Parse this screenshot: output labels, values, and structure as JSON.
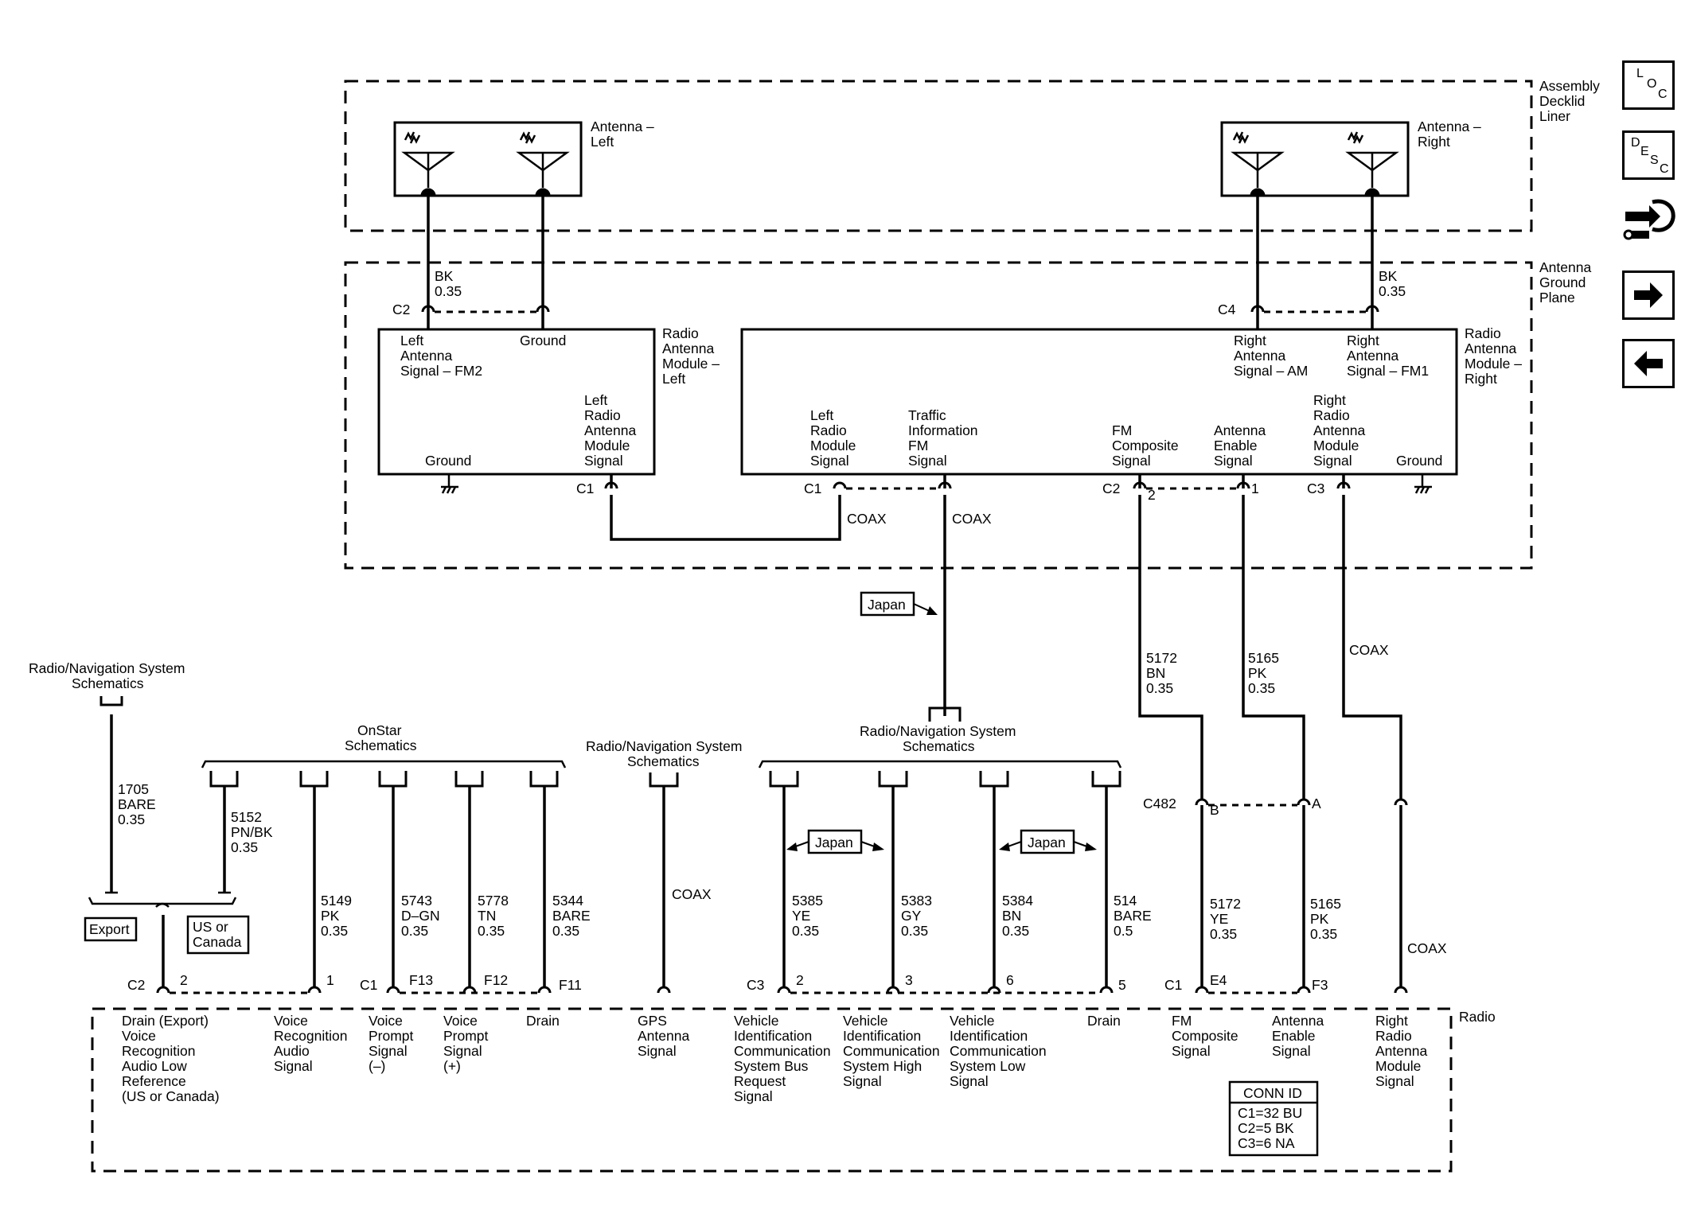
{
  "frames": {
    "decklid": [
      "Assembly",
      "Decklid",
      "Liner"
    ],
    "ground_plane": [
      "Antenna",
      "Ground",
      "Plane"
    ],
    "radio": "Radio"
  },
  "antenna_left": [
    "Antenna –",
    "Left"
  ],
  "antenna_right": [
    "Antenna –",
    "Right"
  ],
  "module_left": {
    "title": [
      "Radio",
      "Antenna",
      "Module –",
      "Left"
    ],
    "pin_fm2": [
      "Left",
      "Antenna",
      "Signal – FM2"
    ],
    "pin_ground_top": "Ground",
    "pin_ground_bottom": "Ground",
    "pin_signal": [
      "Left",
      "Radio",
      "Antenna",
      "Module",
      "Signal"
    ]
  },
  "module_right": {
    "title": [
      "Radio",
      "Antenna",
      "Module –",
      "Right"
    ],
    "pin_am": [
      "Right",
      "Antenna",
      "Signal – AM"
    ],
    "pin_fm1": [
      "Right",
      "Antenna",
      "Signal – FM1"
    ],
    "pin_left_radio": [
      "Left",
      "Radio",
      "Module",
      "Signal"
    ],
    "pin_traffic": [
      "Traffic",
      "Information",
      "FM",
      "Signal"
    ],
    "pin_fm_composite": [
      "FM",
      "Composite",
      "Signal"
    ],
    "pin_enable": [
      "Antenna",
      "Enable",
      "Signal"
    ],
    "pin_right_signal": [
      "Right",
      "Radio",
      "Antenna",
      "Module",
      "Signal"
    ],
    "pin_ground": "Ground"
  },
  "wires": {
    "left_bk": [
      "BK",
      "0.35"
    ],
    "right_bk": [
      "BK",
      "0.35"
    ],
    "coax": "COAX",
    "w5172_bn": [
      "5172",
      "BN",
      "0.35"
    ],
    "w5165_pk_top": [
      "5165",
      "PK",
      "0.35"
    ],
    "w1705": [
      "1705",
      "BARE",
      "0.35"
    ],
    "w5152": [
      "5152",
      "PN/BK",
      "0.35"
    ],
    "w5149": [
      "5149",
      "PK",
      "0.35"
    ],
    "w5743": [
      "5743",
      "D–GN",
      "0.35"
    ],
    "w5778": [
      "5778",
      "TN",
      "0.35"
    ],
    "w5344": [
      "5344",
      "BARE",
      "0.35"
    ],
    "w5385": [
      "5385",
      "YE",
      "0.35"
    ],
    "w5383": [
      "5383",
      "GY",
      "0.35"
    ],
    "w5384": [
      "5384",
      "BN",
      "0.35"
    ],
    "w514": [
      "514",
      "BARE",
      "0.5"
    ],
    "w5172_ye": [
      "5172",
      "YE",
      "0.35"
    ],
    "w5165_pk_bottom": [
      "5165",
      "PK",
      "0.35"
    ]
  },
  "connectors": {
    "c1": "C1",
    "c2": "C2",
    "c3": "C3",
    "c4": "C4",
    "c482": "C482",
    "pin_1": "1",
    "pin_2": "2",
    "pin_3": "3",
    "pin_5": "5",
    "pin_6": "6",
    "pin_a": "A",
    "pin_b": "B",
    "pin_e4": "E4",
    "pin_f3": "F3",
    "pin_f11": "F11",
    "pin_f12": "F12",
    "pin_f13": "F13"
  },
  "options": {
    "japan": "Japan",
    "export": "Export",
    "us_canada": [
      "US or",
      "Canada"
    ]
  },
  "references": {
    "rad_nav": "Radio/Navigation System",
    "schematics": "Schematics",
    "onstar": "OnStar"
  },
  "radio_pins": {
    "drain_export": [
      "Drain (Export)",
      "Voice",
      "Recognition",
      "Audio Low",
      "Reference",
      "(US or Canada)"
    ],
    "voice_rec": [
      "Voice",
      "Recognition",
      "Audio",
      "Signal"
    ],
    "prompt_minus": [
      "Voice",
      "Prompt",
      "Signal",
      "(–)"
    ],
    "prompt_plus": [
      "Voice",
      "Prompt",
      "Signal",
      "(+)"
    ],
    "drain": "Drain",
    "gps": [
      "GPS",
      "Antenna",
      "Signal"
    ],
    "vic_request": [
      "Vehicle",
      "Identification",
      "Communication",
      "System Bus",
      "Request",
      "Signal"
    ],
    "vic_high": [
      "Vehicle",
      "Identification",
      "Communication",
      "System High",
      "Signal"
    ],
    "vic_low": [
      "Vehicle",
      "Identification",
      "Communication",
      "System Low",
      "Signal"
    ],
    "fm_composite": [
      "FM",
      "Composite",
      "Signal"
    ],
    "enable": [
      "Antenna",
      "Enable",
      "Signal"
    ],
    "right_module": [
      "Right",
      "Radio",
      "Antenna",
      "Module",
      "Signal"
    ]
  },
  "conn_id": {
    "title": "CONN ID",
    "rows": [
      "C1=32 BU",
      "C2=5 BK",
      "C3=6 NA"
    ]
  },
  "nav": {
    "loc": [
      "L",
      "O",
      "C"
    ],
    "desc": [
      "D",
      "E",
      "S",
      "C"
    ],
    "loc_icon": "location-button",
    "desc_icon": "description-button",
    "connector_icon": "connector-tool-icon",
    "next_icon": "arrow-right-icon",
    "prev_icon": "arrow-left-icon"
  }
}
